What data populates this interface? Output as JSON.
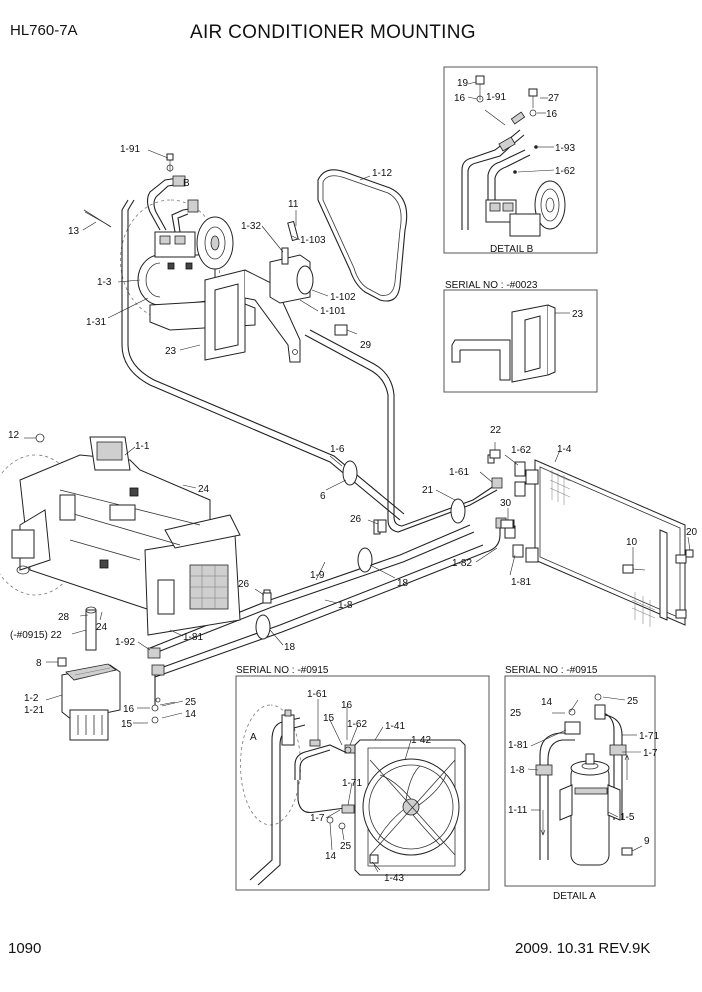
{
  "header": {
    "model": "HL760-7A",
    "title": "AIR CONDITIONER MOUNTING"
  },
  "footer": {
    "page_number": "1090",
    "revision": "2009. 10.31  REV.9K"
  },
  "insets": {
    "detail_b_caption": "DETAIL B",
    "serial_bracket": "SERIAL NO : -#0023",
    "serial_condenser": "SERIAL NO : -#0915",
    "serial_receiver": "SERIAL NO : -#0915",
    "detail_a_caption": "DETAIL A"
  },
  "view_markers": {
    "b": "B",
    "a": "A"
  },
  "callouts": {
    "c19": "19",
    "c16a": "16",
    "c1_91a": "1-91",
    "c27": "27",
    "c16b": "16",
    "c1_93": "1-93",
    "c1_62a": "1-62",
    "c1_91b": "1-91",
    "c13": "13",
    "c11": "11",
    "c1_32": "1-32",
    "c1_103": "1-103",
    "c1_12": "1-12",
    "c1_3": "1-3",
    "c1_31": "1-31",
    "c1_102": "1-102",
    "c1_101": "1-101",
    "c23a": "23",
    "c29": "29",
    "c23b": "23",
    "c12": "12",
    "c1_1": "1-1",
    "c1_6": "1-6",
    "c6": "6",
    "c24a": "24",
    "c22a": "22",
    "c1_62b": "1-62",
    "c1_4": "1-4",
    "c1_61a": "1-61",
    "c21": "21",
    "c30": "30",
    "c26a": "26",
    "c20": "20",
    "c10": "10",
    "c1_82": "1-82",
    "c1_81a": "1-81",
    "c1_9": "1-9",
    "c18a": "18",
    "c26b": "26",
    "c1_8": "1-8",
    "c28": "28",
    "c24b": "24",
    "c0915_22": "(-#0915) 22",
    "c1_92": "1-92",
    "c1_81b": "1-81",
    "c18b": "18",
    "c8": "8",
    "c1_2": "1-2",
    "c1_21": "1-21",
    "c25a": "25",
    "c16c": "16",
    "c14a": "14",
    "c15a": "15",
    "c1_61b": "1-61",
    "c16d": "16",
    "c15b": "15",
    "c1_41": "1-41",
    "c1_62c": "1-62",
    "c1_42": "1-42",
    "c1_71a": "1-71",
    "c1_7a": "1-7",
    "c25b": "25",
    "c14b": "14",
    "c1_43": "1-43",
    "c14c": "14",
    "c25c": "25",
    "c25d": "25",
    "c1_71b": "1-71",
    "c1_81c": "1-81",
    "c1_7b": "1-7",
    "c1_8b": "1-8",
    "c1_11": "1-11",
    "c1_5": "1-5",
    "c9": "9"
  }
}
